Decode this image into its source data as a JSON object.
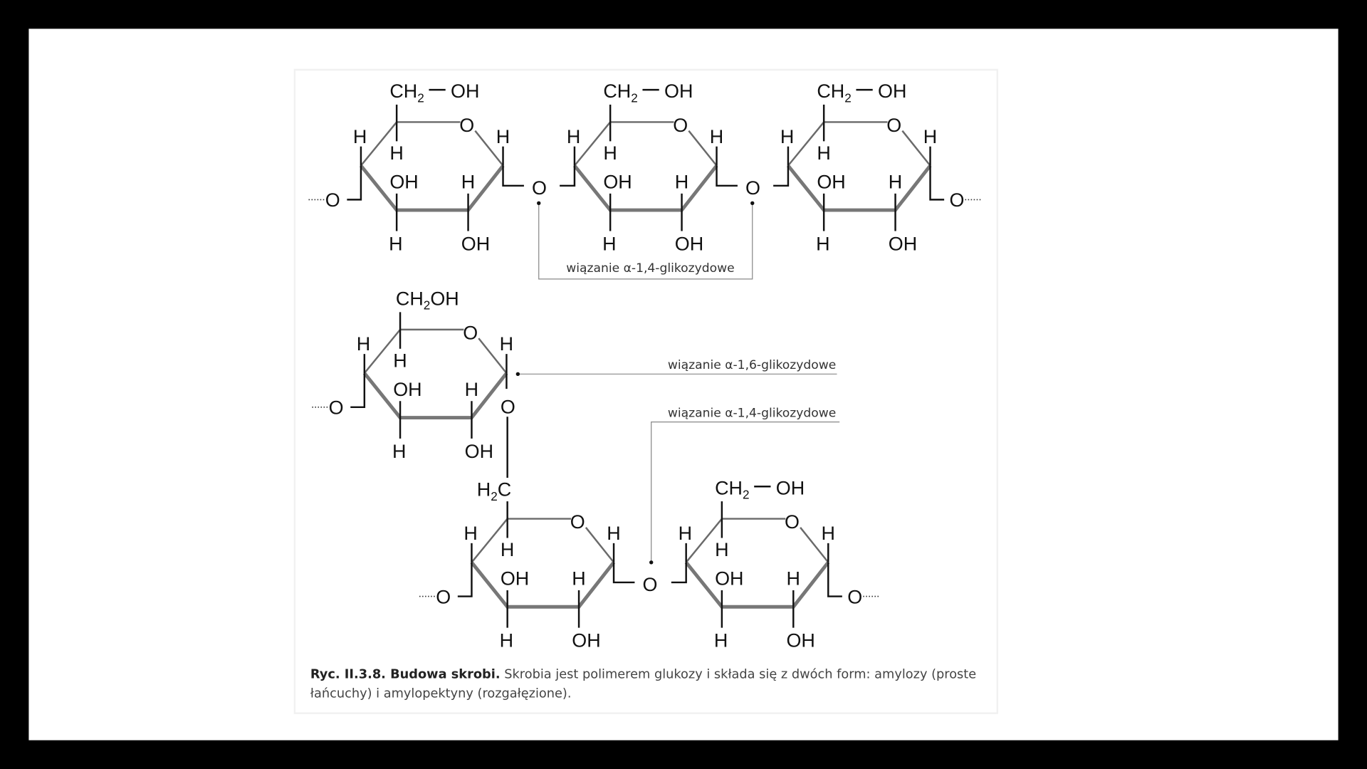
{
  "atoms": {
    "H": "H",
    "OH": "OH",
    "O": "O",
    "CH": "CH",
    "sub2": "2",
    "C": "C",
    "CH2OH_tail": "OH"
  },
  "annotations": {
    "alpha14_top": "wiązanie α-1,4-glikozydowe",
    "alpha16": "wiązanie α-1,6-glikozydowe",
    "alpha14_bottom": "wiązanie α-1,4-glikozydowe"
  },
  "caption": {
    "label": "Ryc. II.3.8. Budowa skrobi.",
    "line1": "Skrobia jest polimerem glukozy i składa się z dwóch form: amylozy (proste",
    "line2": "łańcuchy) i amylopektyny (rozgałęzione)."
  },
  "colors": {
    "bond": "#111111",
    "ring_thin": "#6a6a6a",
    "ring_thick": "#777777"
  }
}
